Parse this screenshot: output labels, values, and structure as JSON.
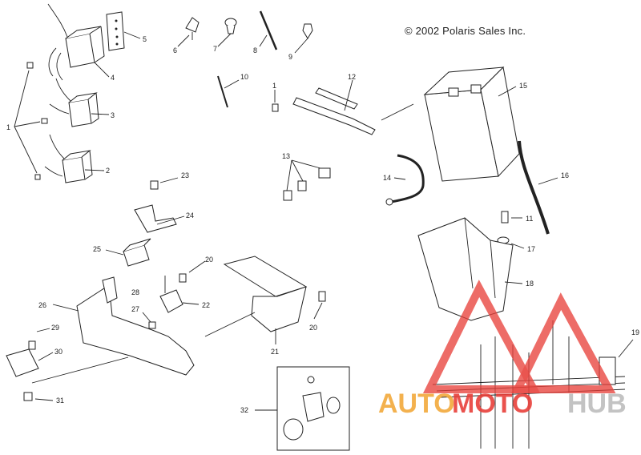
{
  "copyright": "© 2002 Polaris Sales Inc.",
  "callouts": {
    "c1_left": "1",
    "c1_mid": "1",
    "c2": "2",
    "c3": "3",
    "c4": "4",
    "c5": "5",
    "c6": "6",
    "c7": "7",
    "c8": "8",
    "c9": "9",
    "c10": "10",
    "c11": "11",
    "c12": "12",
    "c13": "13",
    "c14": "14",
    "c15": "15",
    "c16": "16",
    "c17": "17",
    "c18": "18",
    "c19": "19",
    "c20_upper": "20",
    "c20_lower": "20",
    "c21": "21",
    "c22": "22",
    "c23": "23",
    "c24": "24",
    "c25": "25",
    "c26": "26",
    "c27": "27",
    "c28": "28",
    "c29": "29",
    "c30": "30",
    "c31": "31",
    "c32": "32"
  },
  "watermark": {
    "text_left": "AUTO",
    "text_mid": "MOTO",
    "text_right": "HUB",
    "color_red": "#e8403a",
    "color_orange": "#f2a93b",
    "color_gray": "#bdbdbd"
  }
}
